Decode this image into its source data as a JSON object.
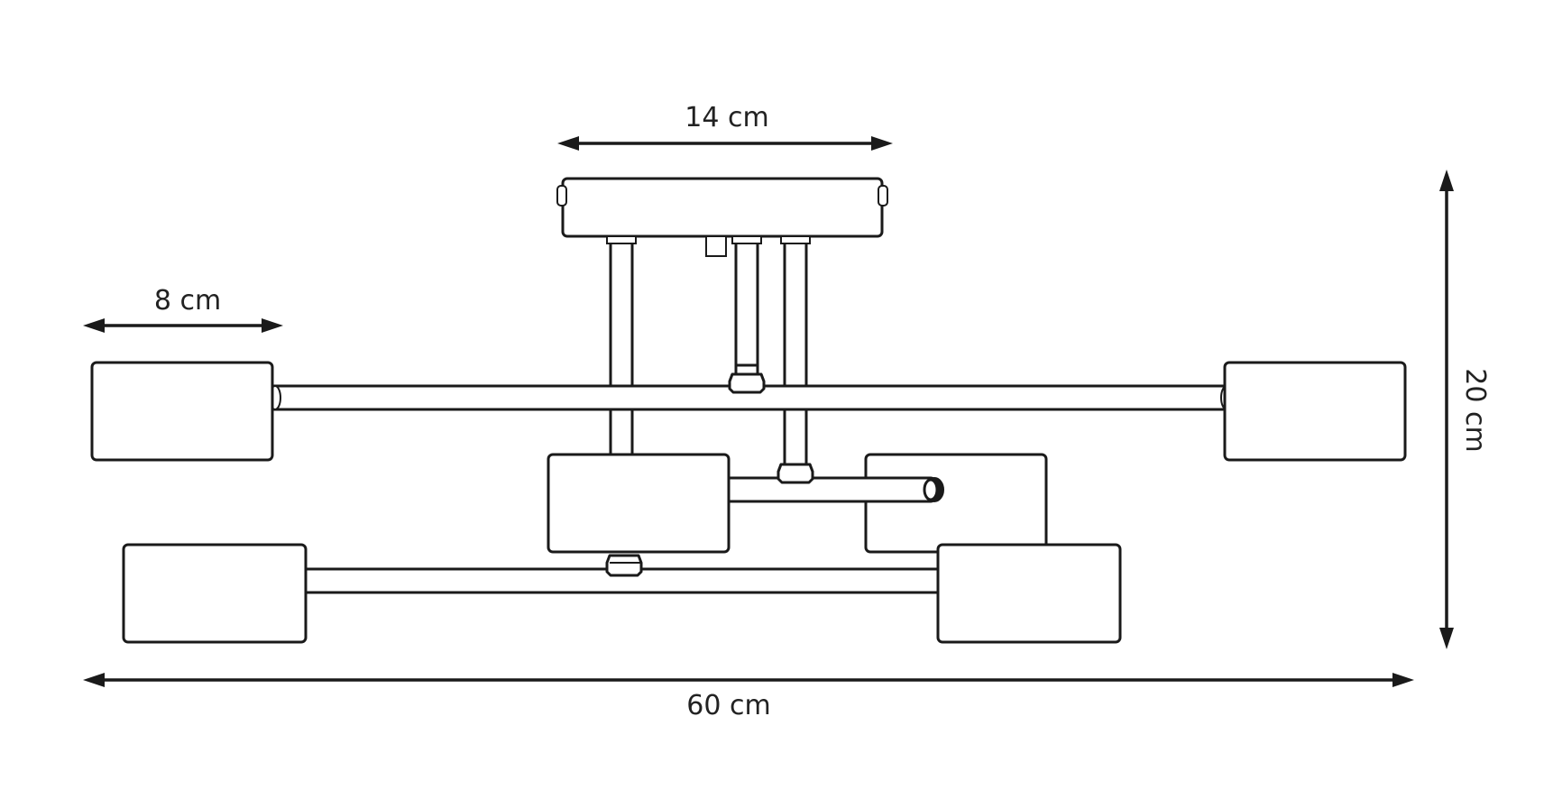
{
  "dimensions": {
    "top_width": "14 cm",
    "shade_width": "8 cm",
    "total_width": "60 cm",
    "height": "20 cm"
  },
  "colors": {
    "line": "#1a1a1a",
    "background": "#ffffff"
  }
}
